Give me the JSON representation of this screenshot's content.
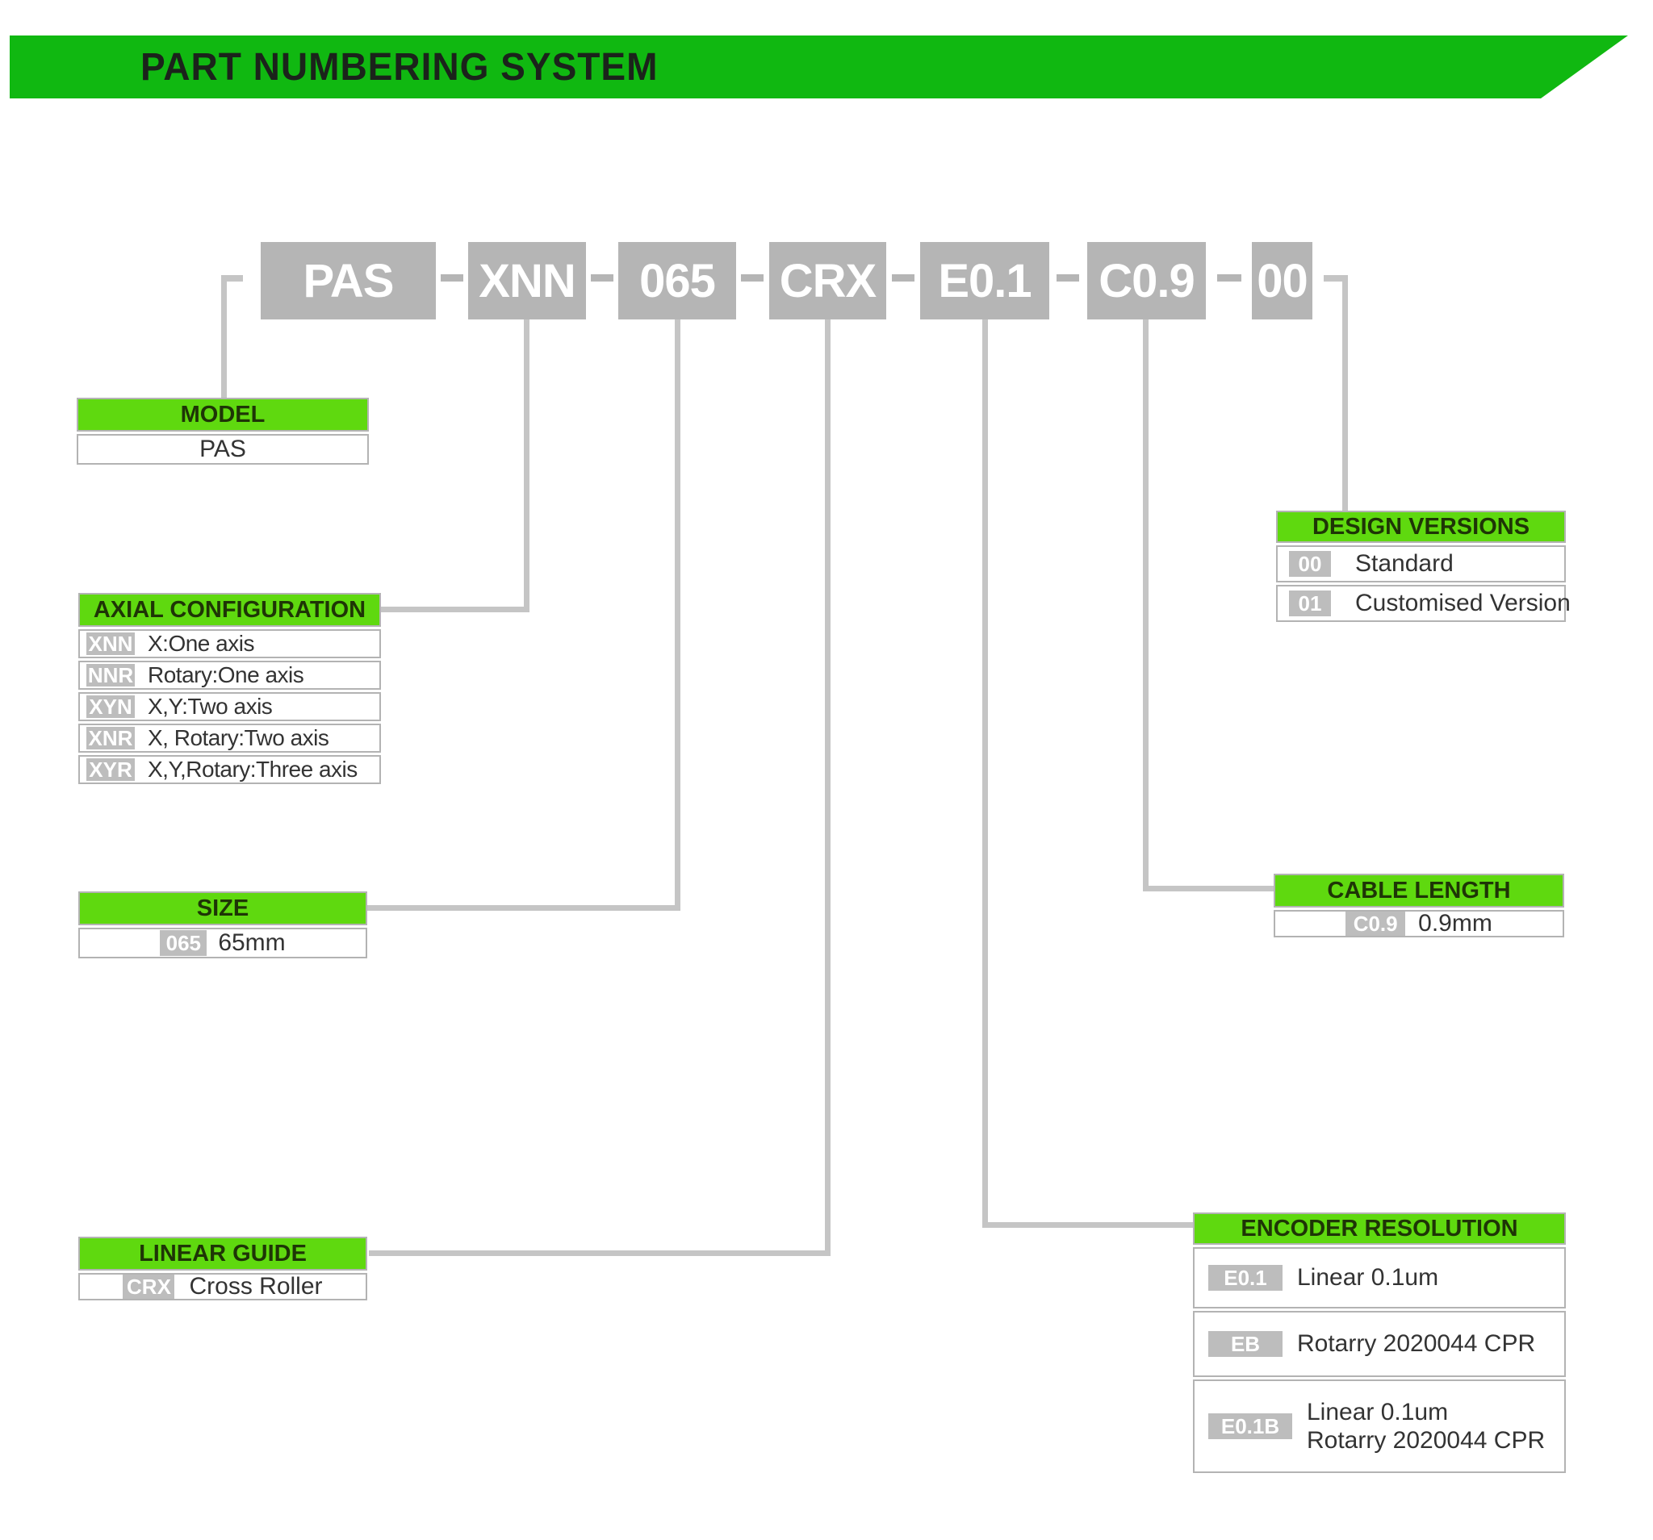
{
  "banner": {
    "title": "PART NUMBERING SYSTEM"
  },
  "part_number": {
    "separator": "-",
    "segments": [
      {
        "code": "PAS"
      },
      {
        "code": "XNN"
      },
      {
        "code": "065"
      },
      {
        "code": "CRX"
      },
      {
        "code": "E0.1"
      },
      {
        "code": "C0.9"
      },
      {
        "code": "00"
      }
    ]
  },
  "callouts": {
    "model": {
      "title": "MODEL",
      "rows": [
        {
          "text": "PAS"
        }
      ]
    },
    "axial_configuration": {
      "title": "AXIAL  CONFIGURATION",
      "rows": [
        {
          "tag": "XNN",
          "text": "X:One axis"
        },
        {
          "tag": "NNR",
          "text": "Rotary:One axis"
        },
        {
          "tag": "XYN",
          "text": "X,Y:Two axis"
        },
        {
          "tag": "XNR",
          "text": "X, Rotary:Two axis"
        },
        {
          "tag": "XYR",
          "text": "X,Y,Rotary:Three axis"
        }
      ]
    },
    "size": {
      "title": "SIZE",
      "rows": [
        {
          "tag": "065",
          "text": "65mm"
        }
      ]
    },
    "linear_guide": {
      "title": "LINEAR GUIDE",
      "rows": [
        {
          "tag": "CRX",
          "text": "Cross Roller"
        }
      ]
    },
    "design_versions": {
      "title": "DESIGN VERSIONS",
      "rows": [
        {
          "tag": "00",
          "text": "Standard"
        },
        {
          "tag": "01",
          "text": "Customised Version"
        }
      ]
    },
    "cable_length": {
      "title": "CABLE LENGTH",
      "rows": [
        {
          "tag": "C0.9",
          "text": "0.9mm"
        }
      ]
    },
    "encoder_resolution": {
      "title": "ENCODER RESOLUTION",
      "rows": [
        {
          "tag": "E0.1",
          "lines": [
            "Linear 0.1um"
          ]
        },
        {
          "tag": "EB",
          "lines": [
            "Rotarry 2020044 CPR"
          ]
        },
        {
          "tag": "E0.1B",
          "lines": [
            "Linear 0.1um",
            "Rotarry 2020044 CPR"
          ]
        }
      ]
    }
  },
  "colors": {
    "banner_green": "#10b811",
    "header_green": "#5fd90f",
    "box_gray": "#b5b5b5",
    "tag_gray": "#bdbdbd",
    "line_gray": "#c5c5c5"
  }
}
